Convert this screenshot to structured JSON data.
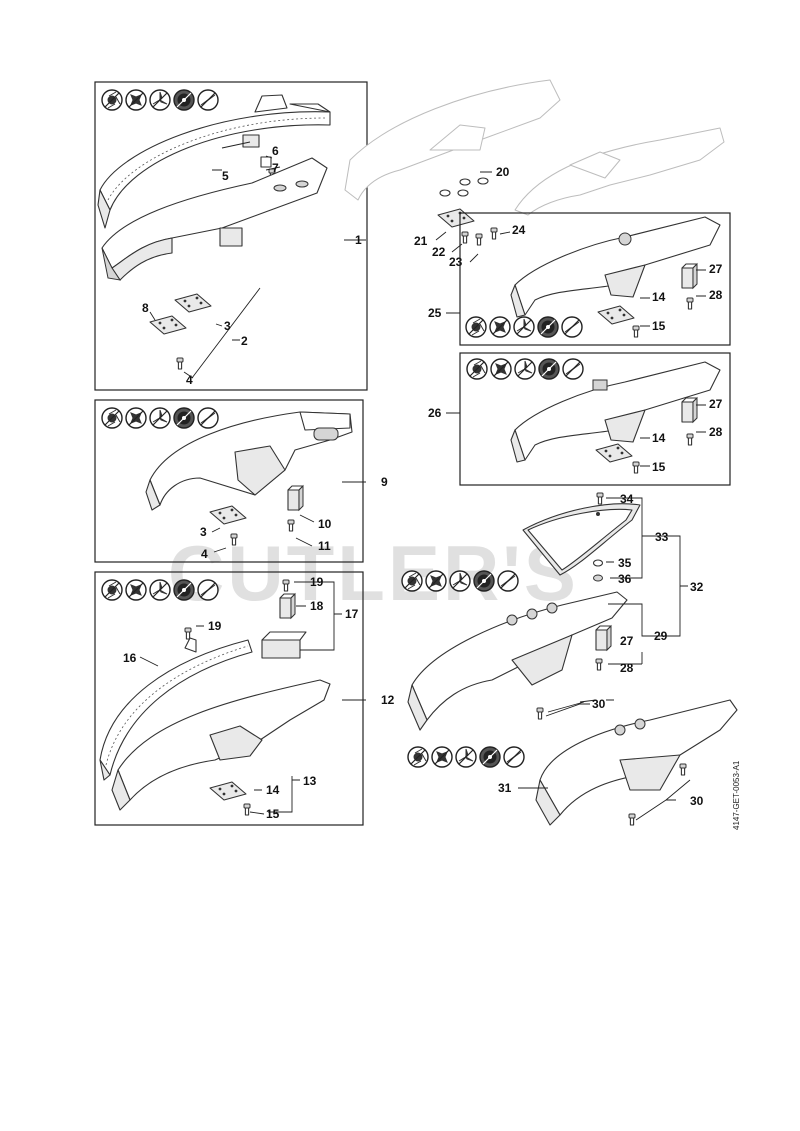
{
  "watermark": "CUTLER'S",
  "reference_code": "4147-GET-0053-A1",
  "callouts": {
    "c1": "1",
    "c2": "2",
    "c3a": "3",
    "c4a": "4",
    "c5": "5",
    "c6": "6",
    "c7": "7",
    "c8": "8",
    "c9": "9",
    "c3b": "3",
    "c4b": "4",
    "c10": "10",
    "c11": "11",
    "c12": "12",
    "c13": "13",
    "c14a": "14",
    "c15a": "15",
    "c16": "16",
    "c17": "17",
    "c18": "18",
    "c19a": "19",
    "c19b": "19",
    "c20": "20",
    "c21": "21",
    "c22": "22",
    "c23": "23",
    "c24": "24",
    "c25": "25",
    "c14b": "14",
    "c15b": "15",
    "c27a": "27",
    "c28a": "28",
    "c26": "26",
    "c14c": "14",
    "c15c": "15",
    "c27b": "27",
    "c28b": "28",
    "c34": "34",
    "c33": "33",
    "c35": "35",
    "c36": "36",
    "c32": "32",
    "c27c": "27",
    "c29": "29",
    "c28c": "28",
    "c30a": "30",
    "c31": "31",
    "c30b": "30"
  },
  "tool_icons": [
    "trimmer-head-icon",
    "square-blade-icon",
    "three-tooth-blade-icon",
    "brush-knife-icon",
    "saw-blade-icon"
  ]
}
